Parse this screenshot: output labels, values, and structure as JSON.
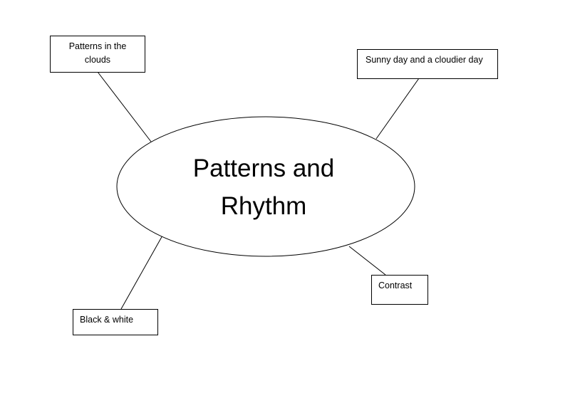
{
  "center": {
    "line1": "Patterns and",
    "line2": "Rhythm"
  },
  "nodes": {
    "clouds": {
      "line1": "Patterns in the",
      "line2": "clouds"
    },
    "sunny": {
      "label": "Sunny day and a cloudier day"
    },
    "contrast": {
      "label": "Contrast"
    },
    "bw": {
      "label": "Black & white"
    }
  },
  "colors": {
    "stroke": "#000000",
    "background": "#ffffff"
  }
}
